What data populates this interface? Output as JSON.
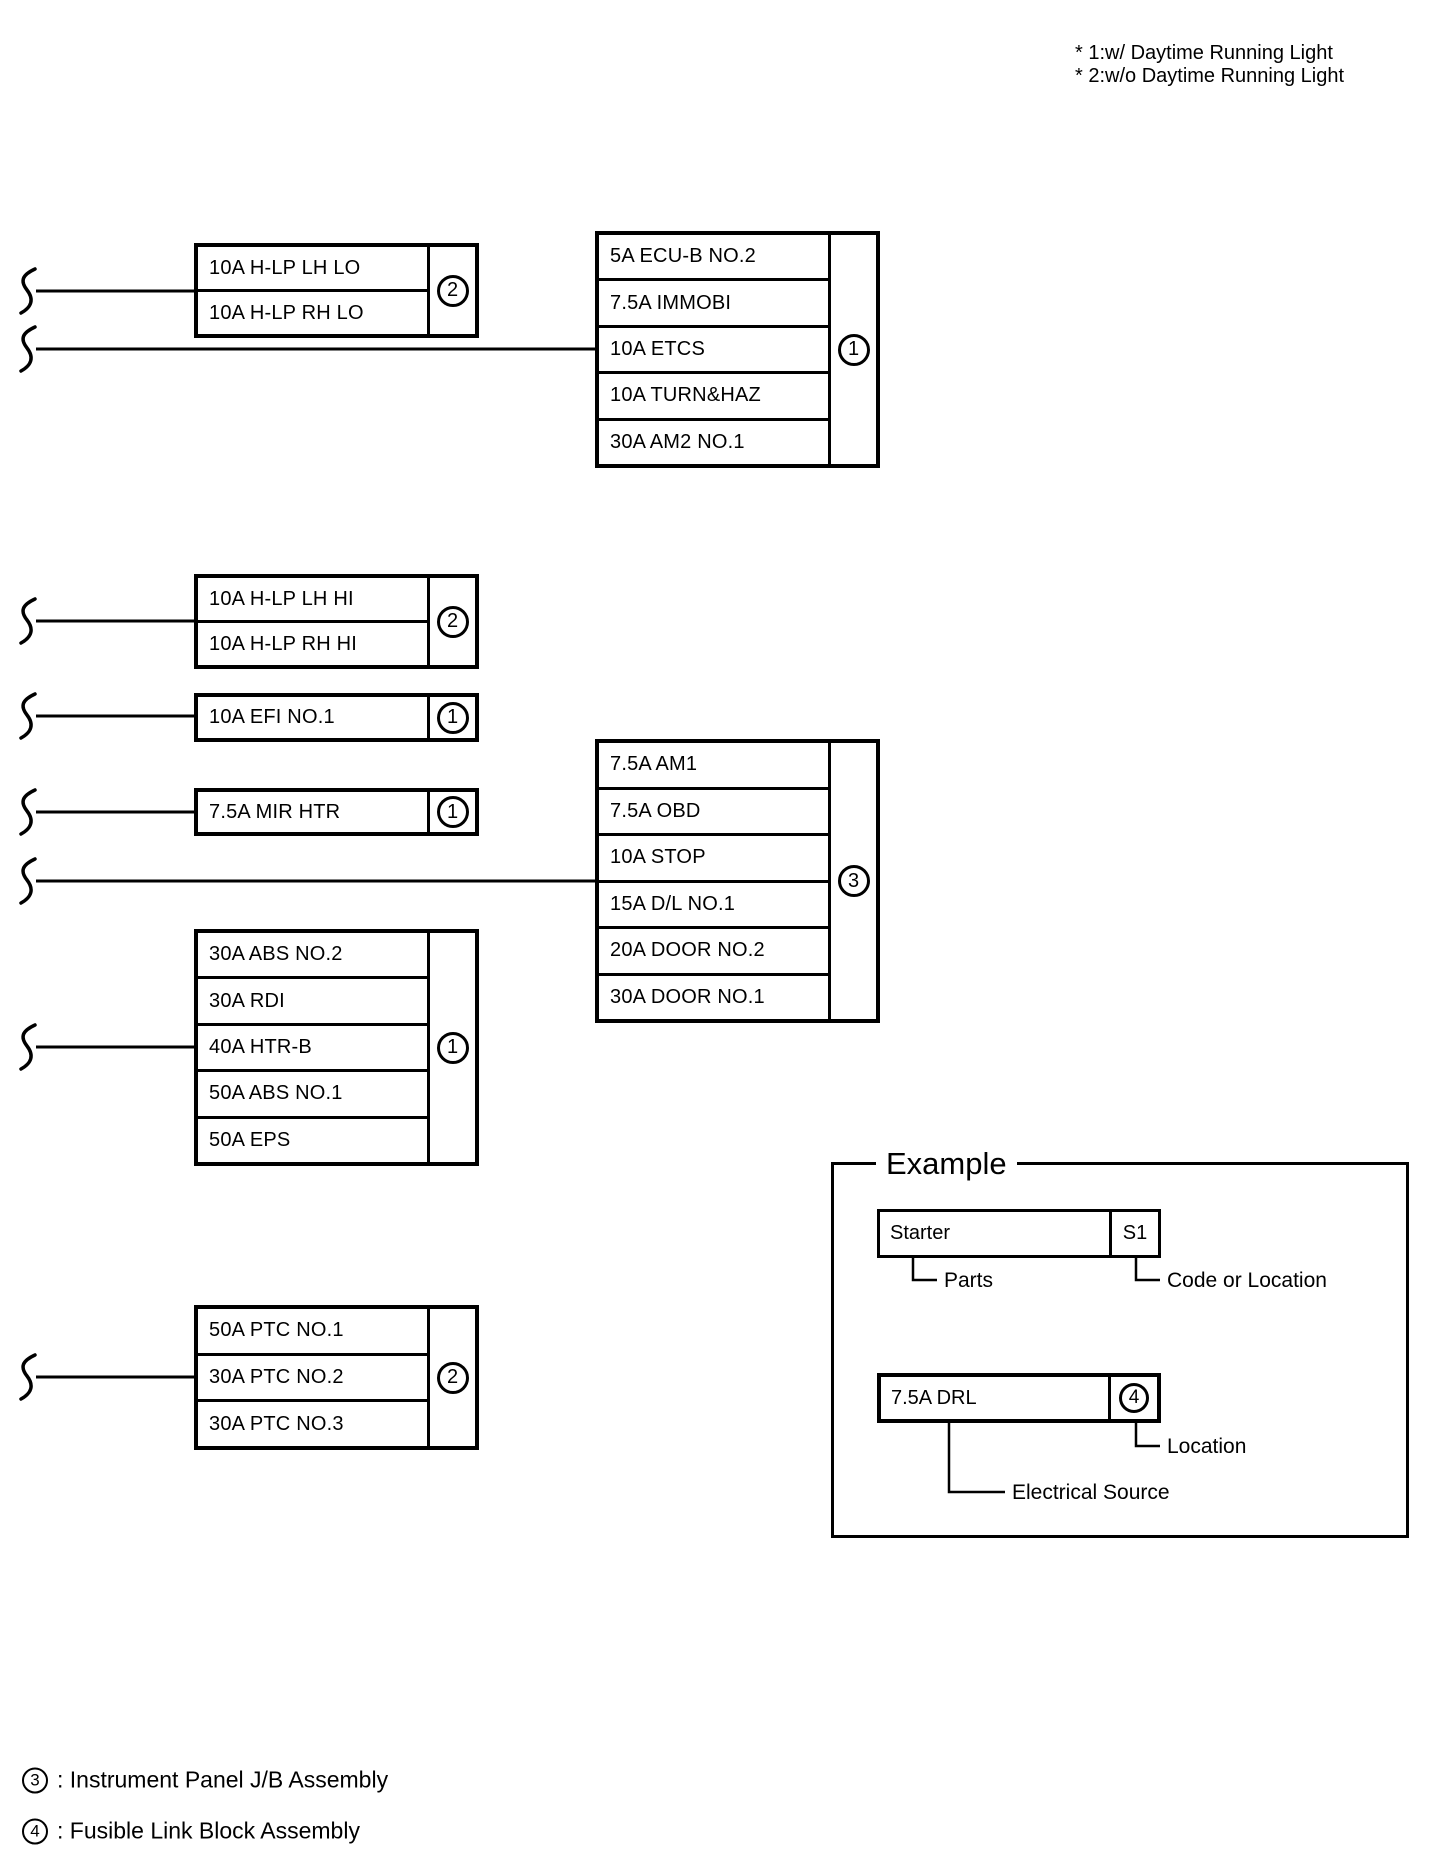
{
  "notes": {
    "line1": "* 1:w/ Daytime Running Light",
    "line2": "* 2:w/o Daytime Running Light"
  },
  "fuse_groups": [
    {
      "badge": "2",
      "rows": [
        "10A H-LP LH LO",
        "10A H-LP RH LO"
      ]
    },
    {
      "badge": "1",
      "rows": [
        "5A ECU-B NO.2",
        "7.5A IMMOBI",
        "10A ETCS",
        "10A TURN&HAZ",
        "30A AM2 NO.1"
      ]
    },
    {
      "badge": "2",
      "rows": [
        "10A H-LP LH HI",
        "10A H-LP RH HI"
      ]
    },
    {
      "badge": "1",
      "rows": [
        "10A EFI NO.1"
      ]
    },
    {
      "badge": "1",
      "rows": [
        "7.5A MIR HTR"
      ]
    },
    {
      "badge": "3",
      "rows": [
        "7.5A AM1",
        "7.5A OBD",
        "10A STOP",
        "15A D/L NO.1",
        "20A DOOR NO.2",
        "30A DOOR NO.1"
      ]
    },
    {
      "badge": "1",
      "rows": [
        "30A ABS NO.2",
        "30A RDI",
        "40A HTR-B",
        "50A ABS NO.1",
        "50A EPS"
      ]
    },
    {
      "badge": "2",
      "rows": [
        "50A PTC NO.1",
        "30A PTC NO.2",
        "30A PTC NO.3"
      ]
    }
  ],
  "example": {
    "title": "Example",
    "starter_label": "Starter",
    "starter_code": "S1",
    "parts_label": "Parts",
    "code_label": "Code or Location",
    "drl_label": "7.5A DRL",
    "drl_badge": "4",
    "location_label": "Location",
    "source_label": "Electrical Source"
  },
  "legend": [
    {
      "badge": "3",
      "label": ": Instrument Panel J/B Assembly"
    },
    {
      "badge": "4",
      "label": ": Fusible Link Block Assembly"
    }
  ]
}
